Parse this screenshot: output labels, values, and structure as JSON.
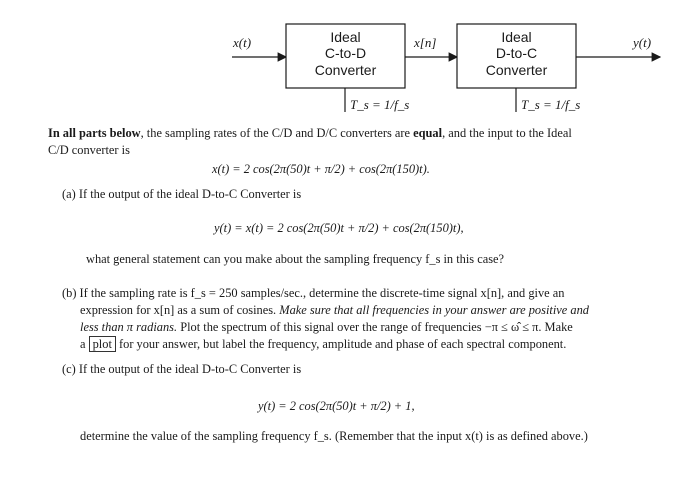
{
  "diagram": {
    "input_signal": "x(t)",
    "middle_signal": "x[n]",
    "output_signal": "y(t)",
    "block1": {
      "line1": "Ideal",
      "line2": "C-to-D",
      "line3": "Converter"
    },
    "block2": {
      "line1": "Ideal",
      "line2": "D-to-C",
      "line3": "Converter"
    },
    "period1": "T_s = 1/f_s",
    "period2": "T_s = 1/f_s"
  },
  "intro": {
    "bold_lead": "In all parts below",
    "line1_rest": ", the sampling rates of the C/D and D/C converters are",
    "bold_equal": "equal",
    "line1_end": ", and the input to the Ideal",
    "line2": "C/D converter is",
    "equation": "x(t) = 2 cos(2π(50)t + π/2) + cos(2π(150)t)."
  },
  "part_a": {
    "line1": "(a) If the output of the ideal D-to-C Converter is",
    "equation": "y(t) = x(t) = 2 cos(2π(50)t + π/2) + cos(2π(150)t),",
    "question": "what general statement can you make about the sampling frequency f_s in this case?"
  },
  "part_b": {
    "line1": "(b) If the sampling rate is f_s = 250 samples/sec., determine the discrete-time signal x[n], and give an",
    "line2a": "expression for x[n] as a sum of cosines.",
    "line2b": "Make sure that all frequencies in your answer are positive and",
    "line3a": "less than π radians.",
    "line3b": "Plot the spectrum of this signal over the range of frequencies −π ≤ ω̂ ≤ π. Make",
    "line4a": "a",
    "line4_boxed": "plot",
    "line4b": "for your answer, but label the frequency, amplitude and phase of each spectral component."
  },
  "part_c": {
    "line1": "(c) If the output of the ideal D-to-C Converter is",
    "equation": "y(t) = 2 cos(2π(50)t + π/2) + 1,",
    "question": "determine the value of the sampling frequency f_s. (Remember that the input x(t) is as defined above.)"
  }
}
